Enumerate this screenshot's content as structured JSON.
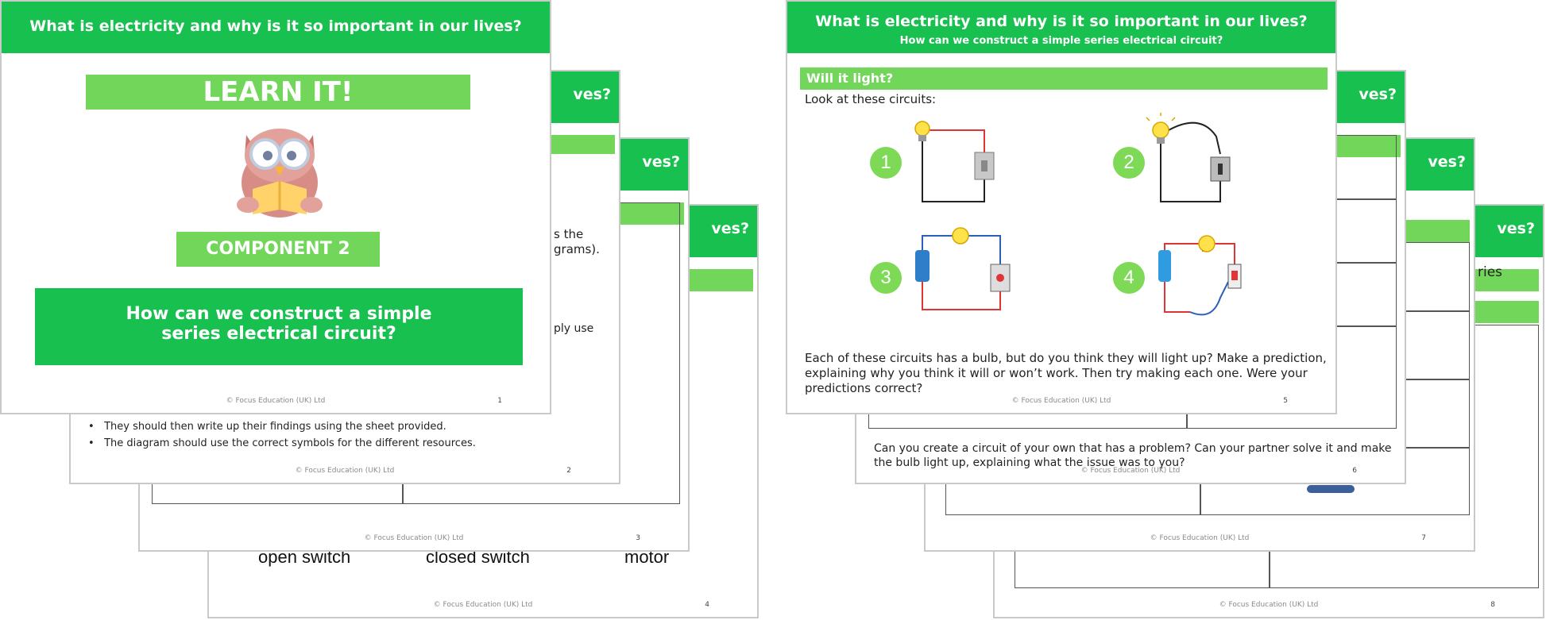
{
  "main_title": "What is electricity and why is it so important in our lives?",
  "sub_title": "How can we construct a simple series electrical circuit?",
  "title_suffix": "ves?",
  "footer": "© Focus Education (UK) Ltd",
  "colors": {
    "header_green": "#17c04f",
    "bar_green": "#72d65a"
  },
  "slide1": {
    "learn": "LEARN IT!",
    "component": "COMPONENT 2",
    "question_l1": "How can we construct a simple",
    "question_l2": "series electrical circuit?",
    "num": "1",
    "icon": "owl-reading-book-icon"
  },
  "slide2": {
    "frag1": "s the",
    "frag2": "grams).",
    "frag3": "ply use",
    "bullet1": "They should then write up their findings using the sheet provided.",
    "bullet2": "The diagram should use the correct symbols for the different resources.",
    "num": "2"
  },
  "slide3": {
    "num": "3"
  },
  "slide4": {
    "labels": [
      "open switch",
      "closed switch",
      "motor"
    ],
    "num": "4"
  },
  "slide5": {
    "heading": "Will it light?",
    "intro": "Look at these circuits:",
    "numbers": [
      "1",
      "2",
      "3",
      "4"
    ],
    "text_l1": "Each of these circuits has a bulb, but do you think they will light up? Make a prediction,",
    "text_l2": "explaining why you think it will or won’t work. Then try making each one. Were your",
    "text_l3": "predictions correct?",
    "num": "5"
  },
  "slide6": {
    "text_l1": "Can you create a circuit of your own that has a problem? Can your partner solve it and make",
    "text_l2": "the bulb light up, explaining what the issue was to you?",
    "num": "6"
  },
  "slide7": {
    "num": "7"
  },
  "slide8": {
    "frag": "ries",
    "num": "8"
  }
}
